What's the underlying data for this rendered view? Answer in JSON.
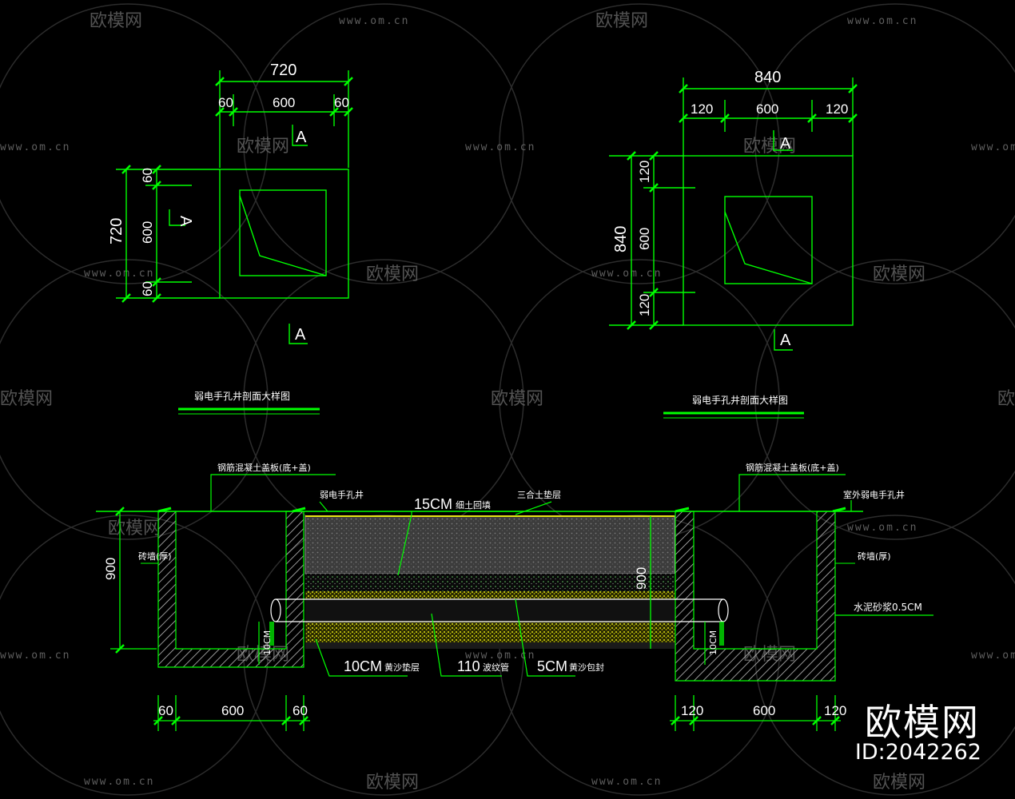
{
  "plan_left": {
    "overall": "720",
    "side_a": "60",
    "middle": "600",
    "side_b": "60",
    "section_mark": "A"
  },
  "plan_right": {
    "overall": "840",
    "side_a": "120",
    "middle": "600",
    "side_b": "120",
    "section_mark": "A"
  },
  "section": {
    "top_layer": "15CM",
    "top_layer_suffix": "细土回填",
    "sand_layer": "10CM",
    "sand_layer_suffix": "黄沙垫层",
    "pipe": "110",
    "pipe_suffix": "波纹管",
    "cushion": "5CM",
    "cushion_suffix": "黄沙包封",
    "mortar": "水泥砂浆0.5CM",
    "depth_left": "900",
    "depth_mid": "900",
    "small_left": "10CM",
    "small_right": "10CM",
    "brick_left": "砖墙(厚)",
    "brick_right": "砖墙(厚)",
    "lime": "三合土垫层",
    "cover_left": "钢筋混凝土盖板(底+盖)",
    "cover_right": "钢筋混凝土盖板(底+盖)",
    "hole_left": "弱电手孔井",
    "hole_right": "室外弱电手孔井",
    "title_left": "弱电手孔井剖面大样图",
    "title_right": "弱电手孔井剖面大样图"
  },
  "bottom_dims_left": [
    "60",
    "600",
    "60"
  ],
  "bottom_dims_right": [
    "120",
    "600",
    "120"
  ],
  "watermark": {
    "brand": "欧模网",
    "url": "www.om.cn",
    "id": "ID:2042262"
  },
  "colors": {
    "line": "#00ff00",
    "bg": "#000000",
    "text": "#ffffff",
    "sand": "#d9d90a"
  }
}
